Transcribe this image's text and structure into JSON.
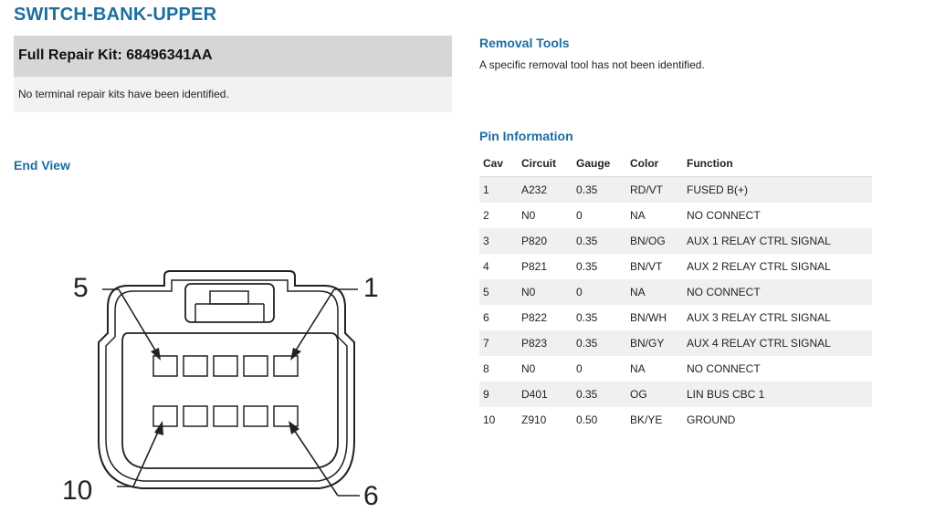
{
  "title": "SWITCH-BANK-UPPER",
  "repair_kit": {
    "heading": "Full Repair Kit: 68496341AA",
    "note": "No terminal repair kits have been identified."
  },
  "removal_tools": {
    "heading": "Removal Tools",
    "text": "A specific removal tool has not been identified."
  },
  "end_view": {
    "heading": "End View",
    "labels": {
      "top_left": "5",
      "top_right": "1",
      "bottom_left": "10",
      "bottom_right": "6"
    }
  },
  "pin_information": {
    "heading": "Pin Information",
    "columns": [
      "Cav",
      "Circuit",
      "Gauge",
      "Color",
      "Function"
    ],
    "rows": [
      [
        "1",
        "A232",
        "0.35",
        "RD/VT",
        "FUSED B(+)"
      ],
      [
        "2",
        "N0",
        "0",
        "NA",
        "NO CONNECT"
      ],
      [
        "3",
        "P820",
        "0.35",
        "BN/OG",
        "AUX 1 RELAY CTRL SIGNAL"
      ],
      [
        "4",
        "P821",
        "0.35",
        "BN/VT",
        "AUX 2 RELAY CTRL SIGNAL"
      ],
      [
        "5",
        "N0",
        "0",
        "NA",
        "NO CONNECT"
      ],
      [
        "6",
        "P822",
        "0.35",
        "BN/WH",
        "AUX 3 RELAY CTRL SIGNAL"
      ],
      [
        "7",
        "P823",
        "0.35",
        "BN/GY",
        "AUX 4 RELAY CTRL SIGNAL"
      ],
      [
        "8",
        "N0",
        "0",
        "NA",
        "NO CONNECT"
      ],
      [
        "9",
        "D401",
        "0.35",
        "OG",
        "LIN BUS CBC 1"
      ],
      [
        "10",
        "Z910",
        "0.50",
        "BK/YE",
        "GROUND"
      ]
    ]
  },
  "colors": {
    "accent": "#1b6ea0",
    "kit_header_bg": "#d6d6d6",
    "kit_body_bg": "#f2f2f2",
    "row_stripe": "#f0f0f0"
  }
}
